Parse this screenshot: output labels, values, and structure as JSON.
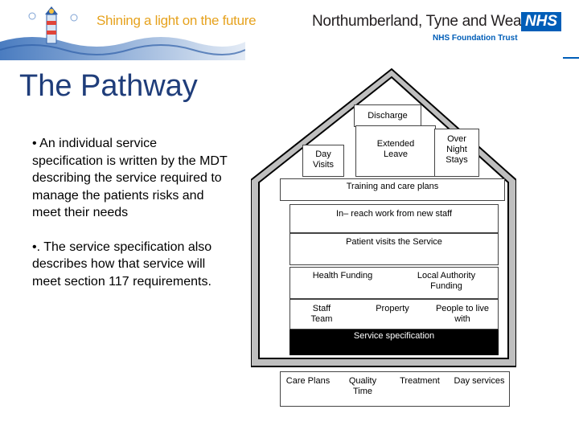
{
  "header": {
    "tagline": "Shining a light on the future",
    "organization": "Northumberland, Tyne and Wear",
    "nhs_logo": "NHS",
    "trust": "NHS Foundation Trust",
    "colors": {
      "brand_blue": "#005eb8",
      "tagline_orange": "#e6a21e",
      "title_blue": "#1f3d7a"
    }
  },
  "slide": {
    "title": "The Pathway",
    "bullets": [
      "• An individual service specification is written by the MDT describing the service required to manage the patients risks and meet their needs",
      "•. The service specification also describes how that service will meet section 117 requirements."
    ]
  },
  "house": {
    "discharge": "Discharge",
    "day_visits": "Day Visits",
    "extended_leave": "Extended Leave",
    "overnight_stays": "Over Night Stays",
    "training": "Training and care plans",
    "inreach": "In– reach work from new staff",
    "patient_visits": "Patient visits the Service",
    "health_funding": "Health Funding",
    "local_authority": "Local Authority Funding",
    "staff_team": "Staff Team",
    "property": "Property",
    "people": "People to live with",
    "service_spec": "Service specification",
    "foundation": [
      "Care Plans",
      "Quality Time",
      "Treatment",
      "Day services"
    ]
  }
}
